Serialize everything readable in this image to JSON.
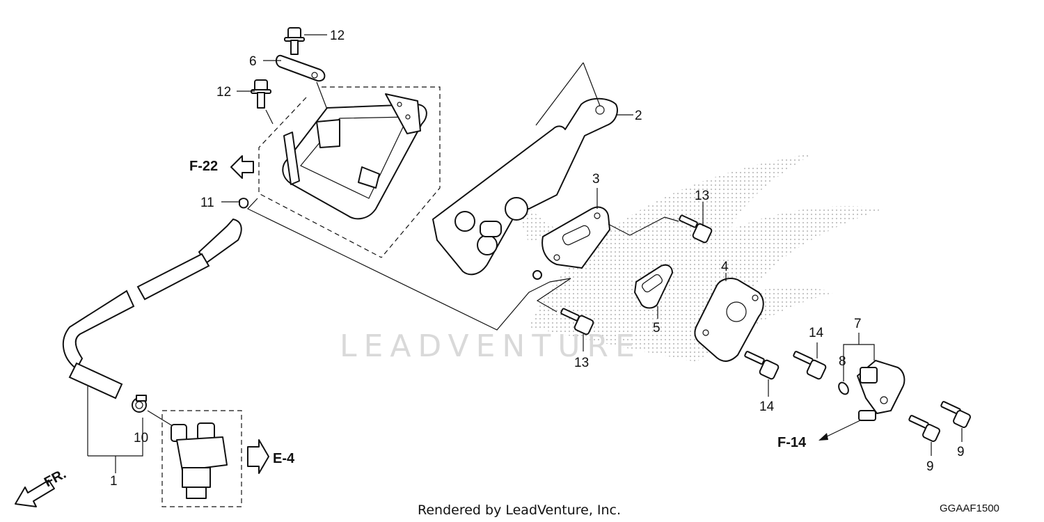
{
  "callouts": {
    "c1": "1",
    "c2": "2",
    "c3": "3",
    "c4": "4",
    "c5": "5",
    "c6": "6",
    "c7": "7",
    "c8": "8",
    "c9a": "9",
    "c9b": "9",
    "c10": "10",
    "c11": "11",
    "c12a": "12",
    "c12b": "12",
    "c13a": "13",
    "c13b": "13",
    "c14a": "14",
    "c14b": "14"
  },
  "references": {
    "f22": "F-22",
    "e4": "E-4",
    "f14": "F-14",
    "fr": "FR."
  },
  "watermark": "LEADVENTURE",
  "footer": {
    "rendered_by": "Rendered by LeadVenture, Inc.",
    "diagram_code": "GGAAF1500"
  },
  "colors": {
    "line": "#111111",
    "dots": "#bfbfbf",
    "watermark": "#d9d9d9"
  }
}
